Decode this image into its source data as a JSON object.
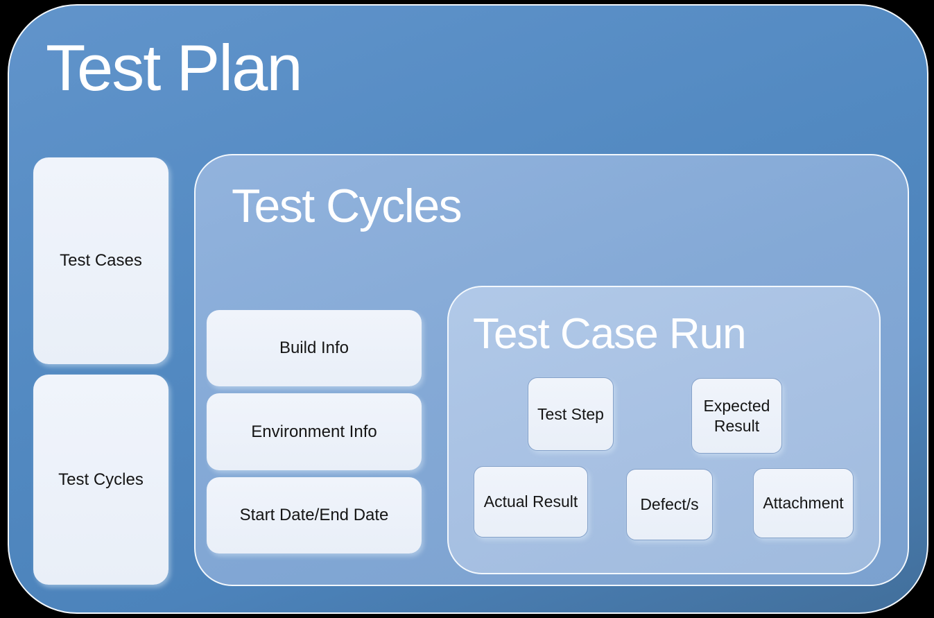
{
  "colors": {
    "outer_blue": "#4C83BB",
    "test_cycles_blue": "#84A9D6",
    "test_case_run_blue": "#A8C1E3",
    "card_background": "#EFF4FB",
    "card_border": "#84A1C9",
    "title_text": "#FFFFFF",
    "card_text": "#151515"
  },
  "test_plan": {
    "title": "Test Plan",
    "children": [
      {
        "label": "Test Cases"
      },
      {
        "label": "Test Cycles"
      }
    ],
    "test_cycles": {
      "title": "Test Cycles",
      "attributes": [
        {
          "label": "Build Info"
        },
        {
          "label": "Environment Info"
        },
        {
          "label": "Start Date/End Date"
        }
      ],
      "test_case_run": {
        "title": "Test Case Run",
        "row1": [
          {
            "label": "Test Step"
          },
          {
            "label": "Expected Result"
          }
        ],
        "row2": [
          {
            "label": "Actual Result"
          },
          {
            "label": "Defect/s"
          },
          {
            "label": "Attachment"
          }
        ]
      }
    }
  }
}
